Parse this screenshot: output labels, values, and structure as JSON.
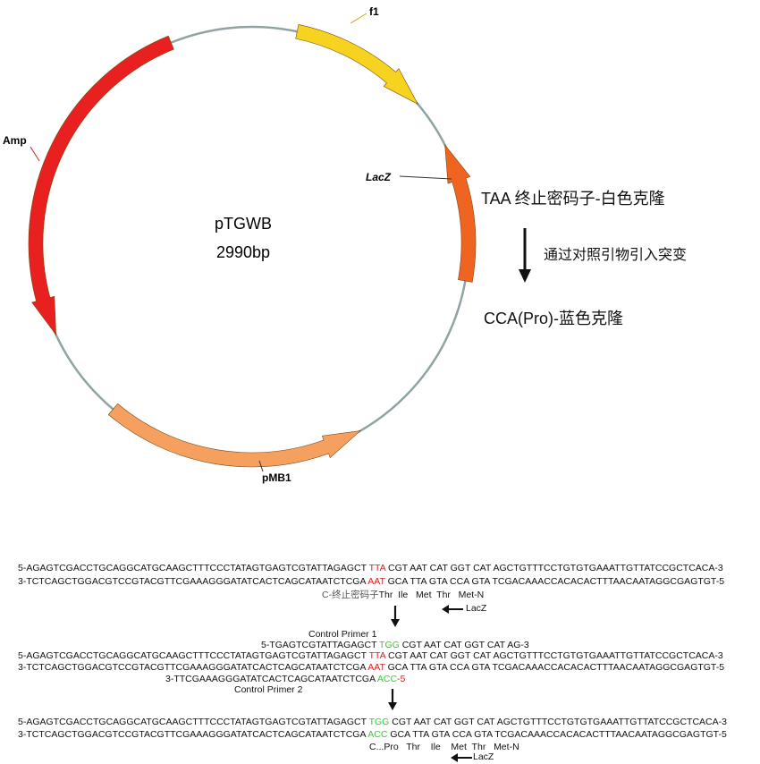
{
  "plasmid": {
    "name": "pTGWB",
    "size": "2990bp",
    "features": [
      {
        "label": "f1",
        "color": "#F6D320",
        "start_deg": 12,
        "end_deg": 50,
        "direction": "cw"
      },
      {
        "label": "LacZ",
        "color": "#F06422",
        "start_deg": 63,
        "end_deg": 100,
        "direction": "ccw"
      },
      {
        "label": "pMB1",
        "color": "#F6A060",
        "start_deg": 150,
        "end_deg": 220,
        "direction": "ccw"
      },
      {
        "label": "Amp",
        "color": "#E82020",
        "start_deg": 245,
        "end_deg": 338,
        "direction": "ccw"
      }
    ]
  },
  "annotations": {
    "taa": "TAA 终止密码子-白色克隆",
    "mutation": "通过对照引物引入突变",
    "cca": "CCA(Pro)-蓝色克隆"
  },
  "colors": {
    "stop_codon": "#E41B1B",
    "mutant_codon": "#2FD12F",
    "backbone": "#8FA3A3"
  },
  "block1": {
    "top": {
      "pre": "5-AGAGTCGACCTGCAGGCATGCAAGCTTTCCCTATAGTGAGTCGTATTAGAGCT ",
      "hl": "TTA",
      "post": " CGT AAT CAT GGT CAT AGCTGTTTCCTGTGTGAAATTGTTATCCGCTCACA-3"
    },
    "bottom": {
      "pre": "3-TCTCAGCTGGACGTCCGTACGTTCGAAAGGGATATCACTCAGCATAATCTCGA ",
      "hl": "AAT",
      "post": " GCA TTA GTA CCA GTA TCGACAAACCACACACTTTAACAATAGGCGAGTGT-5"
    },
    "aa": {
      "c": "C-终止密码子",
      "rest": "Thr  Ile   Met  Thr   Met-N"
    },
    "lacz": "LacZ"
  },
  "block2": {
    "primer1_label": "Control Primer 1",
    "primer1": {
      "pre": "5-TGAGTCGTATTAGAGCT ",
      "hl": "TGG",
      "post": " CGT AAT CAT GGT CAT AG-3"
    },
    "top": {
      "pre": "5-AGAGTCGACCTGCAGGCATGCAAGCTTTCCCTATAGTGAGTCGTATTAGAGCT ",
      "hl": "TTA",
      "post": " CGT AAT CAT GGT CAT AGCTGTTTCCTGTGTGAAATTGTTATCCGCTCACA-3"
    },
    "bottom": {
      "pre": "3-TCTCAGCTGGACGTCCGTACGTTCGAAAGGGATATCACTCAGCATAATCTCGA ",
      "hl": "AAT",
      "post": " GCA TTA GTA CCA GTA TCGACAAACCACACACTTTAACAATAGGCGAGTGT-5"
    },
    "primer2": {
      "pre": "3-TTCGAAAGGGATATCACTCAGCATAATCTCGA ",
      "hl": "ACC",
      "post": "-5"
    },
    "primer2_label": "Control Primer 2"
  },
  "block3": {
    "top": {
      "pre": "5-AGAGTCGACCTGCAGGCATGCAAGCTTTCCCTATAGTGAGTCGTATTAGAGCT ",
      "hl": "TGG",
      "post": " CGT AAT CAT GGT CAT AGCTGTTTCCTGTGTGAAATTGTTATCCGCTCACA-3"
    },
    "bottom": {
      "pre": "3-TCTCAGCTGGACGTCCGTACGTTCGAAAGGGATATCACTCAGCATAATCTCGA ",
      "hl": "ACC",
      "post": " GCA TTA GTA CCA GTA TCGACAAACCACACACTTTAACAATAGGCGAGTGT-5"
    },
    "aa": "C...Pro   Thr    Ile    Met  Thr   Met-N",
    "lacz": "LacZ"
  }
}
